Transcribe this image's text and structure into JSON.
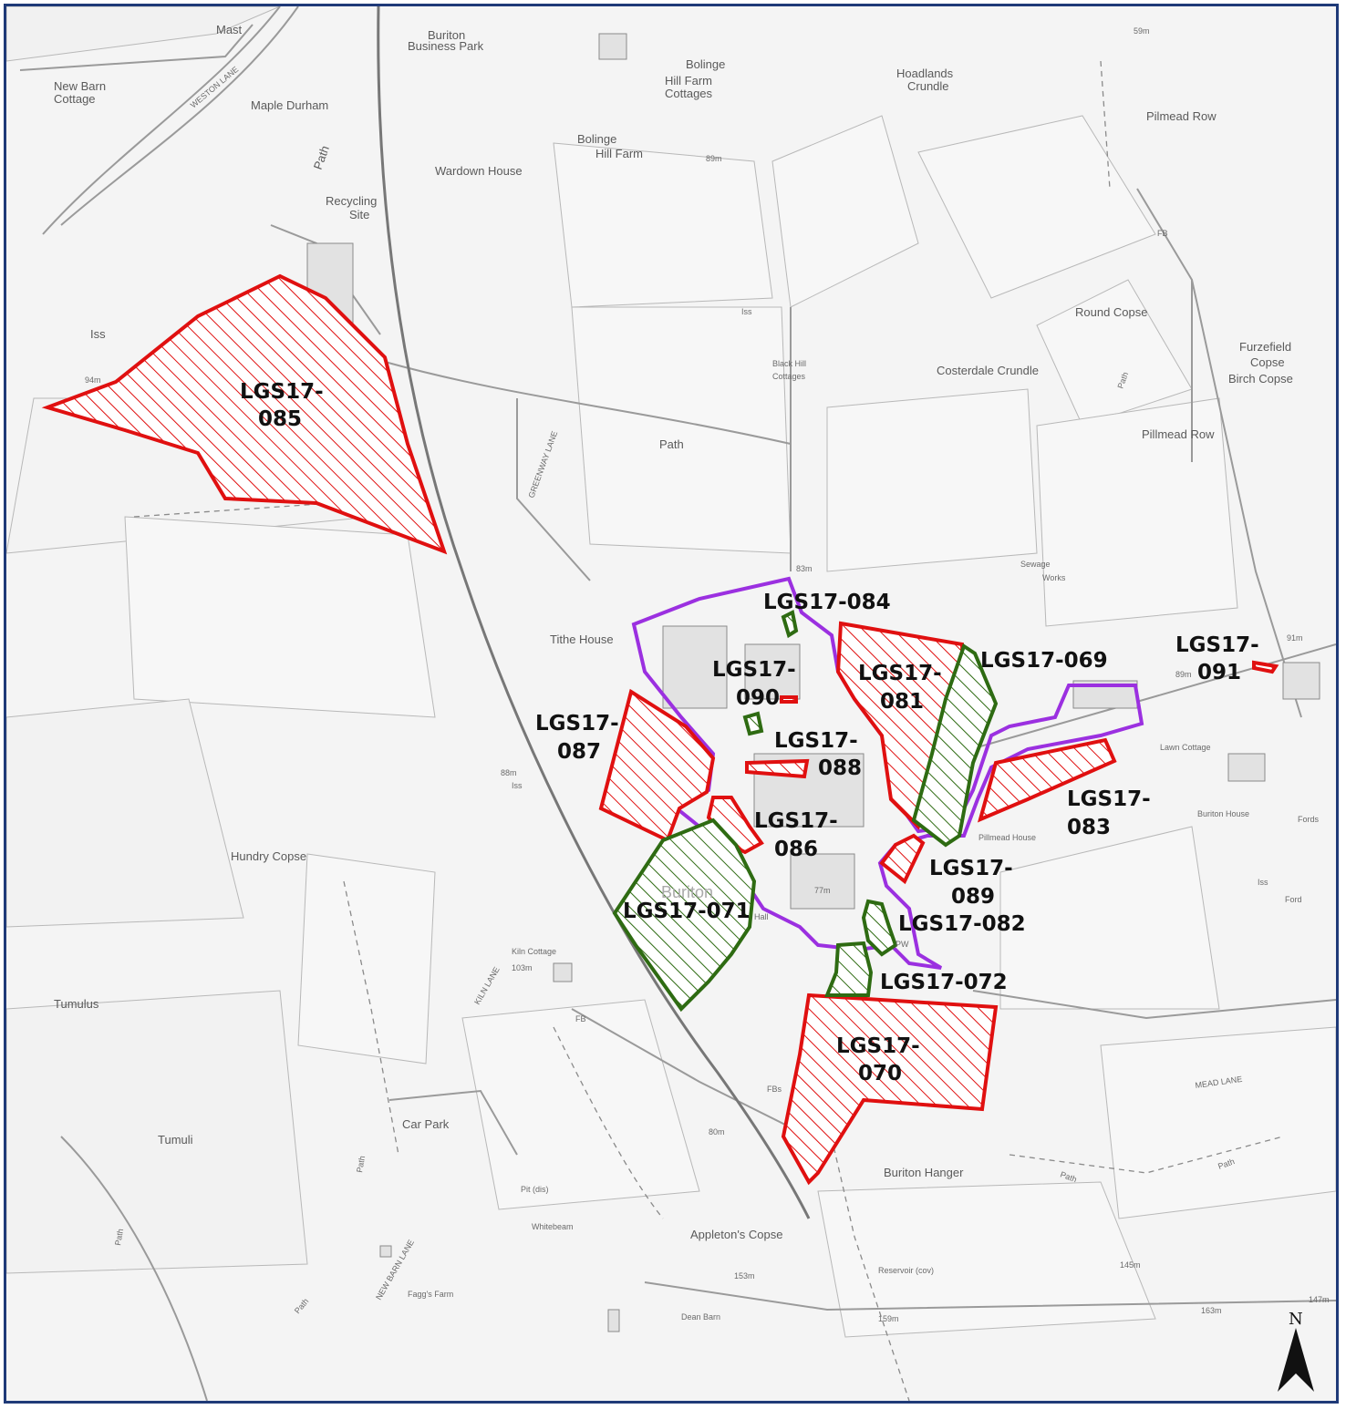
{
  "colors": {
    "red_site": "#e01010",
    "green_site": "#2e6b12",
    "settlement_boundary": "#9b30e0",
    "frame": "#1f3a78"
  },
  "north_label": "N",
  "place_labels": [
    "Mast",
    "Buriton",
    "Business Park",
    "New Barn",
    "Cottage",
    "Maple Durham",
    "WESTON LANE",
    "Bolinge",
    "Hill Farm",
    "Cottages",
    "Hoadlands",
    "Crundle",
    "Pilmead Row",
    "Bolinge",
    "Hill Farm",
    "Wardown House",
    "Recycling",
    "Site",
    "Path",
    "Iss",
    "Round Copse",
    "Furzefield",
    "Copse",
    "Birch Copse",
    "Black Hill",
    "Cottages",
    "Costerdale Crundle",
    "Pillmead Row",
    "Path",
    "GREENWAY LANE",
    "Sewage",
    "Works",
    "Tithe House",
    "Lawn Cottage",
    "Buriton House",
    "Fords",
    "Pillmead House",
    "Iss",
    "Ford",
    "Hundry Copse",
    "Kiln Cottage",
    "Tumulus",
    "Tumuli",
    "Car Park",
    "Pit (dis)",
    "Whitebeam",
    "Appleton's Copse",
    "Buriton Hanger",
    "Reservoir (cov)",
    "Fagg's Farm",
    "Dean Barn",
    "MEAD LANE",
    "KILN LANE",
    "NEW BARN LANE",
    "Path",
    "Path",
    "Path",
    "Path",
    "Path",
    "Path",
    "FB",
    "FB",
    "FBs",
    "Buriton",
    "Hall",
    "PW",
    "Iss",
    "Iss",
    "59m",
    "89m",
    "94m",
    "83m",
    "88m",
    "103m",
    "80m",
    "153m",
    "159m",
    "145m",
    "163m",
    "147m",
    "91m",
    "89m",
    "77m"
  ],
  "sites": [
    {
      "id": "085",
      "lines": [
        "LGS17-",
        "085"
      ],
      "designation": "red"
    },
    {
      "id": "084",
      "lines": [
        "LGS17-084"
      ],
      "designation": "green"
    },
    {
      "id": "090",
      "lines": [
        "LGS17-",
        "090"
      ],
      "designation": "red"
    },
    {
      "id": "081",
      "lines": [
        "LGS17-",
        "081"
      ],
      "designation": "red"
    },
    {
      "id": "069",
      "lines": [
        "LGS17-069"
      ],
      "designation": "green"
    },
    {
      "id": "091",
      "lines": [
        "LGS17-",
        "091"
      ],
      "designation": "red"
    },
    {
      "id": "087",
      "lines": [
        "LGS17-",
        "087"
      ],
      "designation": "red"
    },
    {
      "id": "088",
      "lines": [
        "LGS17-",
        "088"
      ],
      "designation": "red"
    },
    {
      "id": "083",
      "lines": [
        "LGS17-",
        "083"
      ],
      "designation": "red"
    },
    {
      "id": "086",
      "lines": [
        "LGS17-",
        "086"
      ],
      "designation": "red"
    },
    {
      "id": "089",
      "lines": [
        "LGS17-",
        "089"
      ],
      "designation": "red"
    },
    {
      "id": "071",
      "lines": [
        "LGS17-071"
      ],
      "designation": "green"
    },
    {
      "id": "082",
      "lines": [
        "LGS17-082"
      ],
      "designation": "green"
    },
    {
      "id": "072",
      "lines": [
        "LGS17-072"
      ],
      "designation": "green"
    },
    {
      "id": "070",
      "lines": [
        "LGS17-",
        "070"
      ],
      "designation": "red"
    }
  ]
}
